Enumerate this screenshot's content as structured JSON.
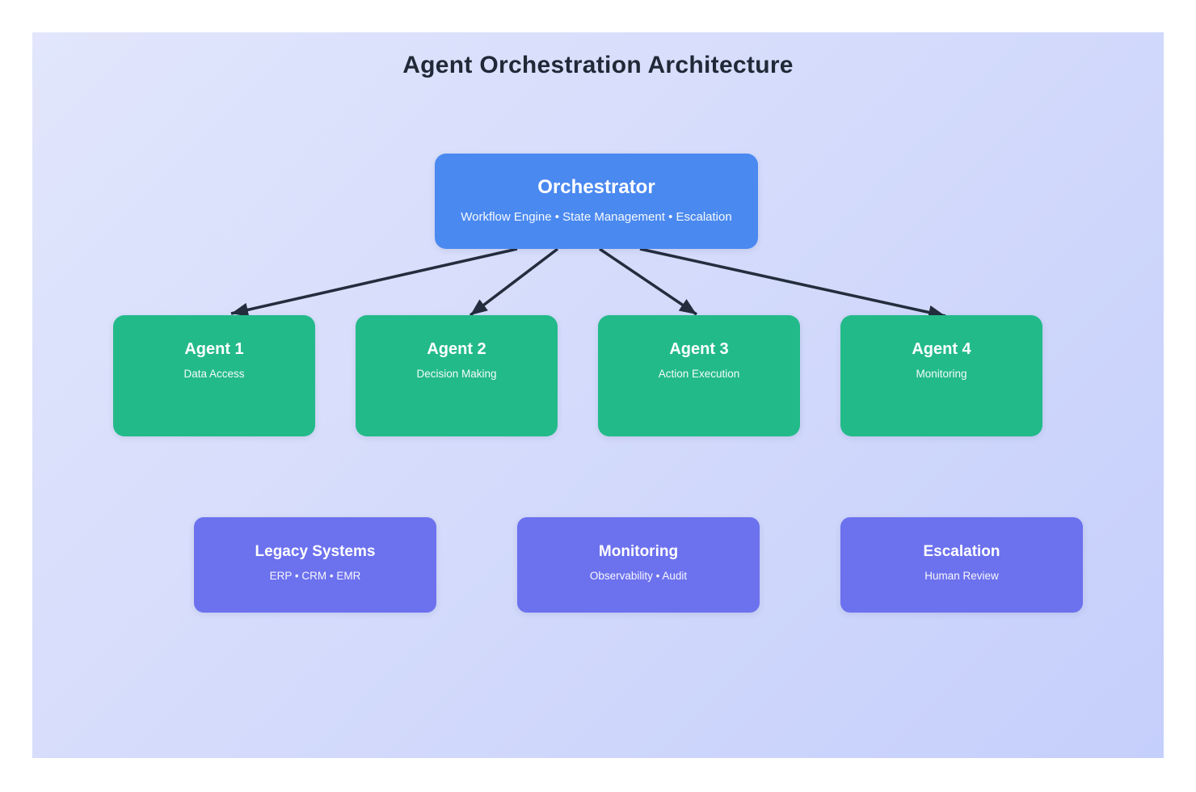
{
  "page": {
    "title": "Agent Orchestration Architecture"
  },
  "colors": {
    "canvas_gradient_from": "#e1e6fc",
    "canvas_gradient_to": "#c5cffb",
    "orchestrator_fill": "#4a89f0",
    "agent_fill": "#23ba8a",
    "system_fill": "#6c71ee",
    "arrow": "#232d3d",
    "title_text": "#1f2937",
    "node_text": "#ffffff"
  },
  "nodes": {
    "orchestrator": {
      "title": "Orchestrator",
      "subtitle": "Workflow Engine • State Management • Escalation"
    },
    "agents": [
      {
        "title": "Agent 1",
        "subtitle": "Data Access"
      },
      {
        "title": "Agent 2",
        "subtitle": "Decision Making"
      },
      {
        "title": "Agent 3",
        "subtitle": "Action Execution"
      },
      {
        "title": "Agent 4",
        "subtitle": "Monitoring"
      }
    ],
    "systems": [
      {
        "title": "Legacy Systems",
        "subtitle": "ERP • CRM • EMR"
      },
      {
        "title": "Monitoring",
        "subtitle": "Observability • Audit"
      },
      {
        "title": "Escalation",
        "subtitle": "Human Review"
      }
    ]
  },
  "connections": [
    {
      "from": "Orchestrator",
      "to": "Agent 1"
    },
    {
      "from": "Orchestrator",
      "to": "Agent 2"
    },
    {
      "from": "Orchestrator",
      "to": "Agent 3"
    },
    {
      "from": "Orchestrator",
      "to": "Agent 4"
    }
  ]
}
